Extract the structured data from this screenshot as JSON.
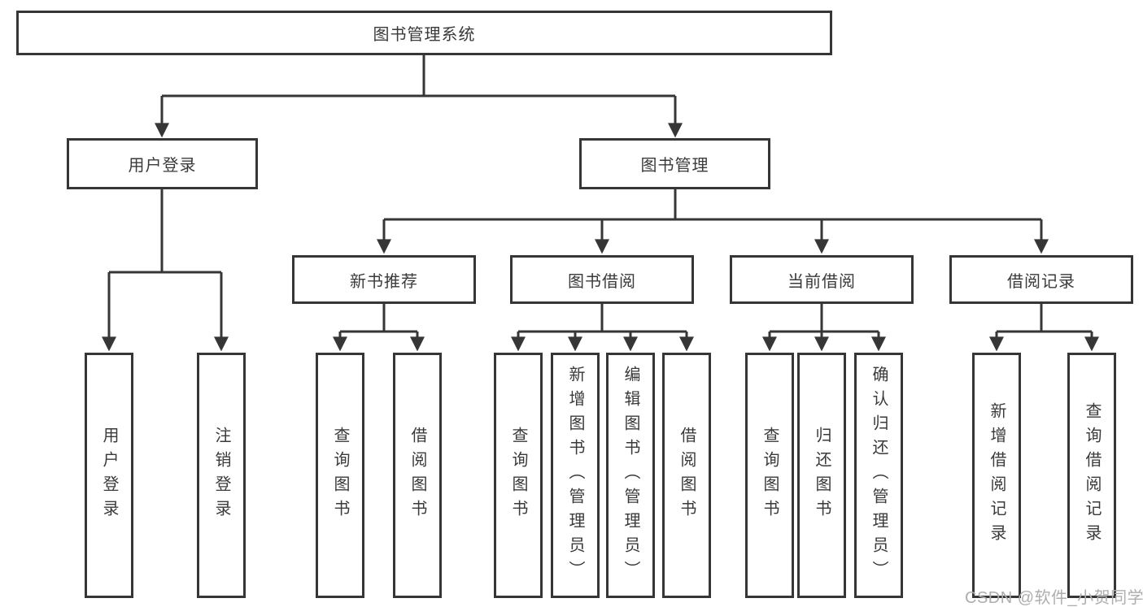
{
  "diagram": {
    "root": "图书管理系统",
    "branches": [
      {
        "label": "用户登录",
        "leaves": [
          "用户登录",
          "注销登录"
        ]
      },
      {
        "label": "图书管理",
        "groups": [
          {
            "label": "新书推荐",
            "leaves": [
              "查询图书",
              "借阅图书"
            ]
          },
          {
            "label": "图书借阅",
            "leaves": [
              "查询图书",
              "新增图书（管理员）",
              "编辑图书（管理员）",
              "借阅图书"
            ]
          },
          {
            "label": "当前借阅",
            "leaves": [
              "查询图书",
              "归还图书",
              "确认归还（管理员）"
            ]
          },
          {
            "label": "借阅记录",
            "leaves": [
              "新增借阅记录",
              "查询借阅记录"
            ]
          }
        ]
      }
    ],
    "colors": {
      "line": "#363636",
      "box_border": "#363636",
      "text": "#3a3a3a",
      "watermark": "#aeaeae",
      "background": "#ffffff"
    }
  },
  "watermark": {
    "text": "CSDN @软件_小贺同学"
  }
}
